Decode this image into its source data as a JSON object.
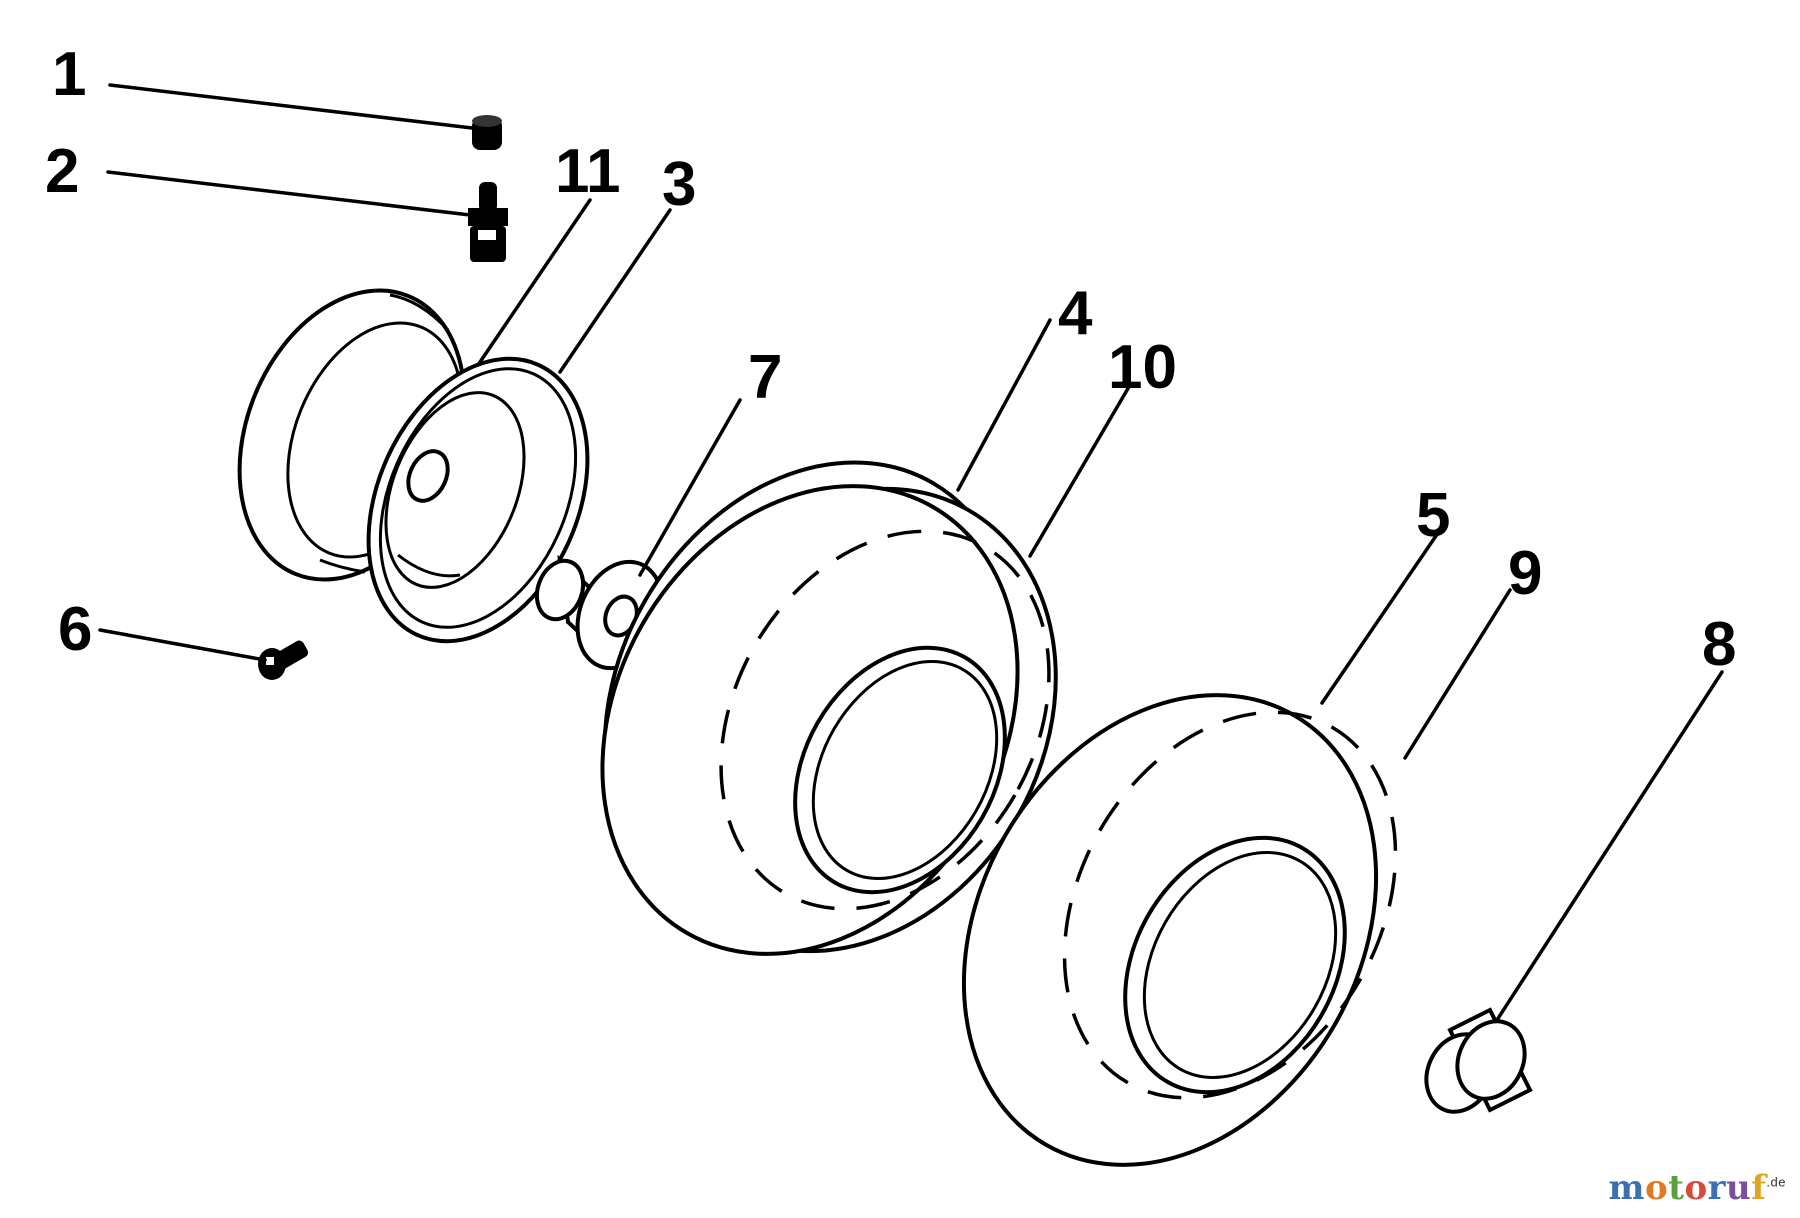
{
  "callouts": {
    "c1": "1",
    "c2": "2",
    "c3": "3",
    "c4": "4",
    "c5": "5",
    "c6": "6",
    "c7": "7",
    "c8": "8",
    "c9": "9",
    "c10": "10",
    "c11": "11"
  },
  "watermark": {
    "letters": [
      "m",
      "o",
      "t",
      "o",
      "r",
      "u",
      "f"
    ],
    "colors": [
      "#3d6fb6",
      "#e07b24",
      "#5aa03c",
      "#d64a3a",
      "#3d6fb6",
      "#7a4fa0",
      "#e0a524"
    ],
    "suffix": ".de"
  }
}
